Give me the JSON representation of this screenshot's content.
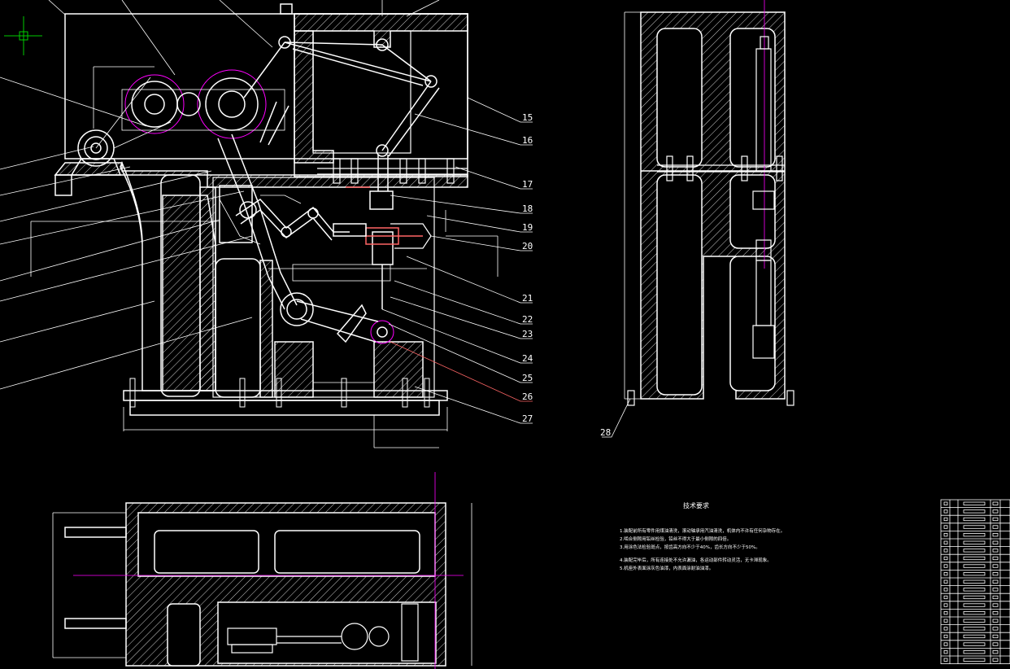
{
  "colors": {
    "background": "#000000",
    "outline": "#ffffff",
    "hatch": "#ffffff",
    "centerline": "#ff00ff",
    "highlight": "#ff6666",
    "crosshair": "#00cc00"
  },
  "drawing": {
    "balloons": [
      "15",
      "16",
      "17",
      "18",
      "19",
      "20",
      "21",
      "22",
      "23",
      "24",
      "25",
      "26",
      "27",
      "28"
    ],
    "tech_title": "技术要求",
    "tech_notes": [
      "1.装配前所有零件用煤油清洗，滚动轴承用汽油清洗，机体内不许有任何杂物存在。",
      "2.啮合侧隙用铅丝检验，铅丝不得大于最小侧隙的四倍。",
      "3.用涂色法检验斑点，按齿高方向不少于40%，齿长方向不少于50%。",
      "4.装配完毕后，所有连接处不允许漏油，各运动部件转动灵活，无卡滞现象。",
      "5.机座外表面涂灰色油漆，内表面涂耐油油漆。"
    ]
  }
}
